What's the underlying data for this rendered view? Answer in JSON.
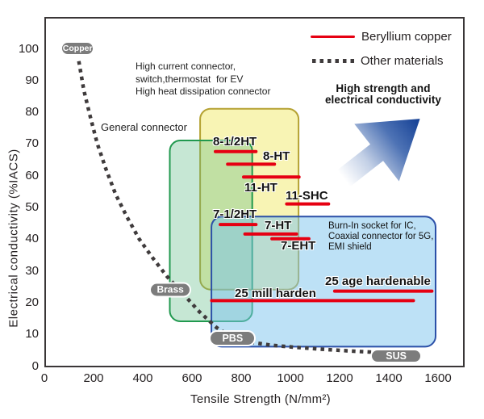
{
  "legend": {
    "items": [
      {
        "label": "Beryllium copper",
        "style": "solid",
        "color": "#e60012"
      },
      {
        "label": "Other materials",
        "style": "dotted",
        "color": "#3f3b3c"
      }
    ]
  },
  "callout": {
    "line1": "High strength and",
    "line2": "electrical conductivity"
  },
  "axes": {
    "x": {
      "title": "Tensile Strength (N/mm²)",
      "ticks": [
        0,
        200,
        400,
        600,
        800,
        1000,
        1200,
        1400,
        1600
      ],
      "range": [
        0,
        1600
      ]
    },
    "y": {
      "title": "Electrical conductivity (%IACS)",
      "ticks": [
        0,
        10,
        20,
        30,
        40,
        50,
        60,
        70,
        80,
        90,
        100
      ],
      "range": [
        0,
        110
      ]
    }
  },
  "colors": {
    "beryllium_bar": "#e60012",
    "other_materials_curve": "#3f3b3c",
    "badge_background": "#7c7c7c",
    "arrow_deep_blue": "#133f94"
  },
  "chart_data": {
    "type": "range-bar + line",
    "x_unit": "N/mm²",
    "y_unit": "%IACS",
    "title": "",
    "beryllium_grades": [
      {
        "name": "8-1/2HT",
        "tensile_range": [
          695,
          860
        ],
        "conductivity": 67.5
      },
      {
        "name": "8-HT",
        "tensile_range": [
          745,
          935
        ],
        "conductivity": 63.5
      },
      {
        "name": "11-HT",
        "tensile_range": [
          810,
          1035
        ],
        "conductivity": 59.5
      },
      {
        "name": "11-SHC",
        "tensile_range": [
          985,
          1155
        ],
        "conductivity": 51
      },
      {
        "name": "7-1/2HT",
        "tensile_range": [
          715,
          860
        ],
        "conductivity": 44.5
      },
      {
        "name": "7-HT",
        "tensile_range": [
          815,
          1025
        ],
        "conductivity": 41.5
      },
      {
        "name": "7-EHT",
        "tensile_range": [
          925,
          1075
        ],
        "conductivity": 40
      },
      {
        "name": "25 mill harden",
        "tensile_range": [
          680,
          1500
        ],
        "conductivity": 20.5
      },
      {
        "name": "25 age hardenable",
        "tensile_range": [
          1180,
          1575
        ],
        "conductivity": 23.5
      }
    ],
    "other_materials": {
      "curve_points": [
        [
          140,
          96
        ],
        [
          160,
          87
        ],
        [
          185,
          79
        ],
        [
          215,
          70
        ],
        [
          250,
          62
        ],
        [
          290,
          54
        ],
        [
          335,
          47
        ],
        [
          385,
          40
        ],
        [
          440,
          34
        ],
        [
          500,
          28
        ],
        [
          560,
          23
        ],
        [
          630,
          17
        ],
        [
          700,
          12
        ],
        [
          760,
          9
        ],
        [
          830,
          7.5
        ],
        [
          920,
          6.5
        ],
        [
          1020,
          5.8
        ],
        [
          1130,
          5.2
        ],
        [
          1250,
          4.6
        ],
        [
          1350,
          4.2
        ],
        [
          1430,
          4
        ]
      ],
      "badges": [
        {
          "name": "Copper",
          "x": 135,
          "y": 100
        },
        {
          "name": "Brass",
          "x": 512,
          "y": 24
        },
        {
          "name": "PBS",
          "x": 765,
          "y": 8.7
        },
        {
          "name": "SUS",
          "x": 1430,
          "y": 3
        }
      ]
    },
    "regions": [
      {
        "id": "high-current",
        "label_lines": [
          "High current connector,",
          "switch,thermostat  for EV",
          "High heat dissipation connector"
        ],
        "x_range": [
          633,
          1033
        ],
        "y_range": [
          24,
          81
        ],
        "fill": "#f7f3ae",
        "fill_opacity": 0.92,
        "stroke": "#b5a233"
      },
      {
        "id": "general",
        "label_lines": [
          "General connector"
        ],
        "x_range": [
          510,
          845
        ],
        "y_range": [
          14,
          71
        ],
        "fill": "#5cb985",
        "fill_opacity": 0.35,
        "stroke": "#21994f"
      },
      {
        "id": "burn-in",
        "label_lines": [
          "Burn-In socket for IC,",
          "Coaxial connector for 5G,",
          "EMI shield"
        ],
        "x_range": [
          679,
          1590
        ],
        "y_range": [
          6,
          47
        ],
        "fill": "#7cc4ee",
        "fill_opacity": 0.5,
        "stroke": "#2b50a8"
      }
    ]
  }
}
